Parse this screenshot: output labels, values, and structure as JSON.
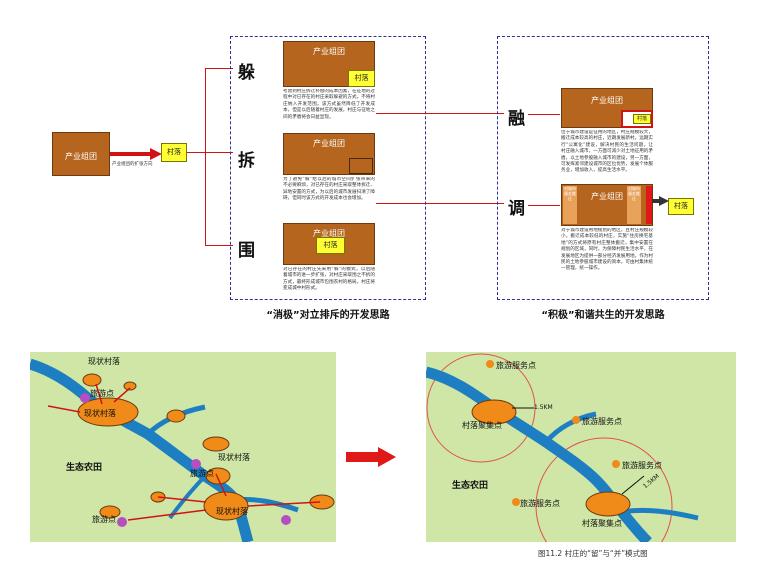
{
  "top": {
    "left_source": {
      "industry_label": "产业组团",
      "village_label": "村落",
      "arrow_label": "产业组团的扩张方向"
    },
    "negative": {
      "caption": "“消极”对立排斥的开发思路",
      "options": [
        {
          "char": "躲",
          "industry_label": "产业组团",
          "village_label": "村落",
          "desc": "考虑到村庄拆迁补偿的成本因素，在征地的过程中对已存在的村庄采取躲避的方式，不将村庄纳入开发范围。该方式虽然降低了开发成本，但是以后随着村庄的发展，村庄与征地之间的矛盾将会日益显现。"
        },
        {
          "char": "拆",
          "industry_label": "产业组团",
          "village_label": "",
          "desc": "为了避免“躲”给以后的城市空间扩张带来的不必要麻烦，对已存在的村庄采取整体拆迁、异地安置的方式，为以后的城市发展扫清了障碍，但同时该方式的开发成本也会增加。"
        },
        {
          "char": "围",
          "industry_label": "产业组团",
          "village_label": "村落",
          "desc": "对已存在的村庄先采用“躲”的模式，以后随着城市的进一步扩张，对村庄采取围之不拆的方式，最终形成城市包围农村的格局，村庄将变成城中村形式。"
        }
      ]
    },
    "positive": {
      "caption": "“积极”和谐共生的开发思路",
      "options": [
        {
          "char": "融",
          "industry_label": "产业组团",
          "village_label": "村落",
          "desc": "位于城市建设是征用的地区，村庄规模较大，搬迁成本较高的村庄，近期发展新村。远期实行“公寓化”建设，解决村民的生活问题，让村庄融入城市，一方面可减少对土地征用的矛盾，以土地参股融入城市的建设，另一方面，可发挥紧邻建设城市的区位优势，发展个体服务业，增加收入，提高生活水平。"
        },
        {
          "char": "调",
          "industry_label": "产业组团",
          "village_label": "村落",
          "side_left": "对城市服务搬迁",
          "side_right": "对城市服务搬迁",
          "desc": "对于城市建设用地规划的地区，且村庄规模较小，搬迁成本较低的村庄，实施“住房换宅基地”的方式将原有村庄整体搬迁，集中安置在规划的区域，同时，为保障村民生活水平，在发展地区为提供一部分经济发展用地，作为村民的土地参股城市建设的资本，可由村集体统一管理，统一操作。"
        }
      ]
    }
  },
  "bottom": {
    "left_map": {
      "labels": {
        "village_top": "现状村落",
        "tourism_1": "旅游点",
        "village_mid": "现状村落",
        "farmland": "生态农田",
        "village_right": "现状村落",
        "tourism_2": "旅游点",
        "village_bottom": "现状村落",
        "tourism_3": "旅游点"
      }
    },
    "right_map": {
      "labels": {
        "service_1": "旅游服务点",
        "center_1": "村落聚集点",
        "distance_1": "1.5KM",
        "service_2": "旅游服务点",
        "farmland": "生态农田",
        "service_3": "旅游服务点",
        "distance_2": "1.5KM",
        "service_4": "旅游服务点",
        "center_2": "村落聚集点"
      }
    },
    "figure_caption": "图11.2 村庄的“留”与“并”模式图"
  },
  "colors": {
    "industry": "#b5651d",
    "village": "#ffff33",
    "frame": "#2b2f8f",
    "arrow": "#d01414",
    "map_bg": "#cfe6a7",
    "river": "#1d7fc1",
    "settlement": "#f08a19",
    "tourism": "#b54fc1"
  }
}
